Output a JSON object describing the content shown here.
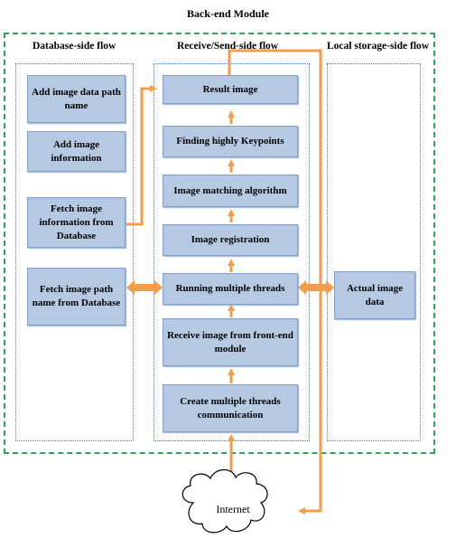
{
  "title": "Back-end Module",
  "lanes": {
    "database": "Database-side flow",
    "receive_send": "Receive/Send-side flow",
    "local_storage": "Local storage-side flow"
  },
  "database_boxes": [
    "Add image data path name",
    "Add image information",
    "Fetch image information from Database",
    "Fetch image path name from Database"
  ],
  "center_boxes": [
    "Result image",
    "Finding highly Keypoints",
    "Image matching algorithm",
    "Image registration",
    "Running multiple threads",
    "Receive image from front-end module",
    "Create multiple threads communication"
  ],
  "local_box": "Actual image data",
  "cloud": "Internet",
  "colors": {
    "box_fill": "#b5cae2",
    "box_border": "#7f9ec8",
    "arrow": "#f39c4a",
    "outer_dash": "#2ea35a",
    "lane_dot": "#4a78b5"
  }
}
